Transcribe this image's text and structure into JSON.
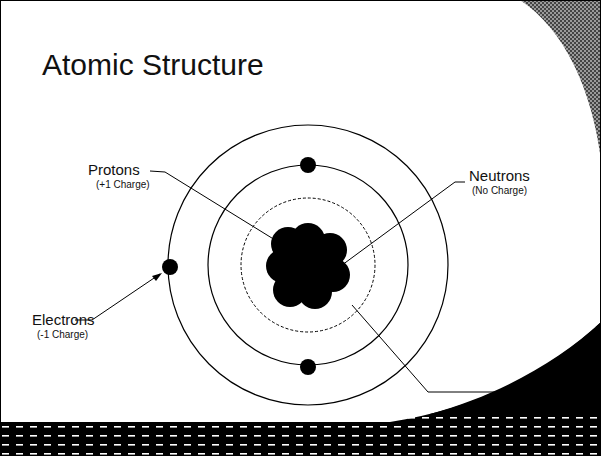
{
  "diagram": {
    "title": "Atomic Structure",
    "labels": [
      "Protons",
      "(+1 Charge)",
      "Neutrons",
      "(No Charge)",
      "Electrons",
      "(-1 Charge)"
    ]
  }
}
